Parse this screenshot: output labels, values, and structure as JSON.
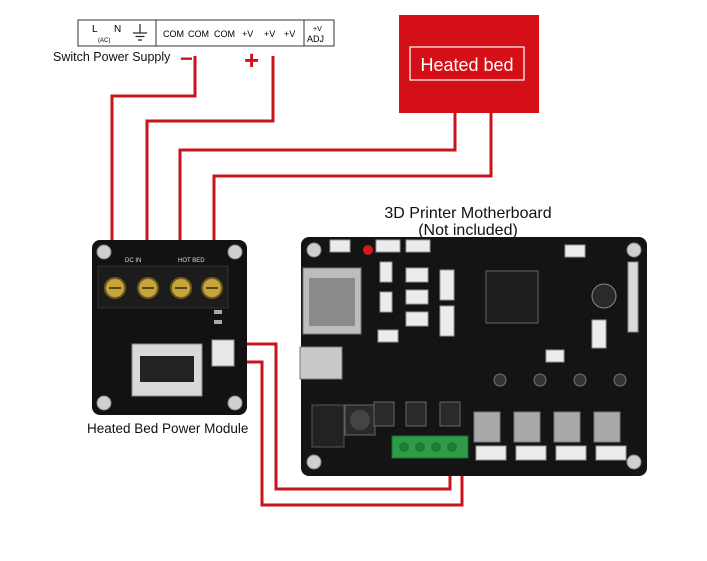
{
  "power_supply": {
    "terminal_labels": [
      "L",
      "(AC)",
      "N",
      "COM",
      "COM",
      "COM",
      "+V",
      "+V",
      "+V",
      "+V",
      "ADJ"
    ],
    "label": "Switch Power Supply",
    "minus_sign": "−",
    "plus_sign": "+"
  },
  "heated_bed": {
    "label": "Heated bed"
  },
  "power_module": {
    "label": "Heated Bed Power Module",
    "terminal_labels": [
      "DC IN",
      "HOT BED"
    ]
  },
  "motherboard": {
    "title": "3D Printer Motherboard",
    "subtitle": "(Not included)"
  },
  "colors": {
    "wire": "#c8141e",
    "bed_fill": "#d40f17",
    "board": "#121212",
    "terminal_green": "#2e9b47"
  }
}
